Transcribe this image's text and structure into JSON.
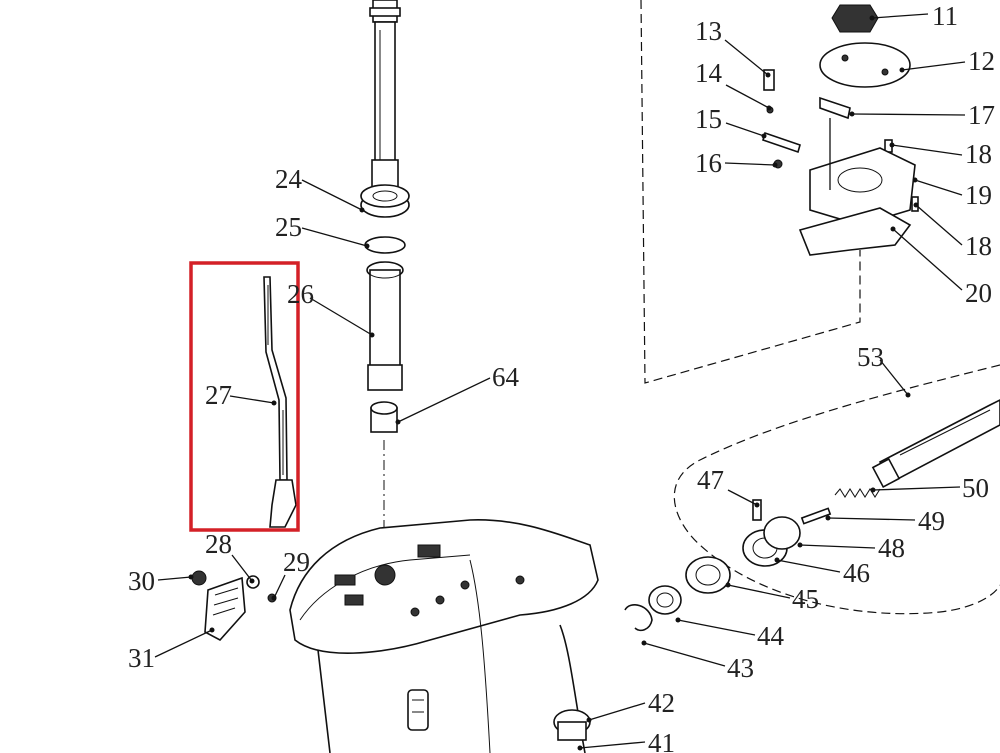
{
  "labels": {
    "p11": "11",
    "p12": "12",
    "p13": "13",
    "p14": "14",
    "p15": "15",
    "p16": "16",
    "p17": "17",
    "p18a": "18",
    "p18b": "18",
    "p19": "19",
    "p20": "20",
    "p24": "24",
    "p25": "25",
    "p26": "26",
    "p27": "27",
    "p28": "28",
    "p29": "29",
    "p30": "30",
    "p31": "31",
    "p41": "41",
    "p42": "42",
    "p43": "43",
    "p44": "44",
    "p45": "45",
    "p46": "46",
    "p47": "47",
    "p48": "48",
    "p49": "49",
    "p50": "50",
    "p53": "53",
    "p64": "64"
  },
  "highlight": {
    "color": "#d42027",
    "part": "27"
  }
}
